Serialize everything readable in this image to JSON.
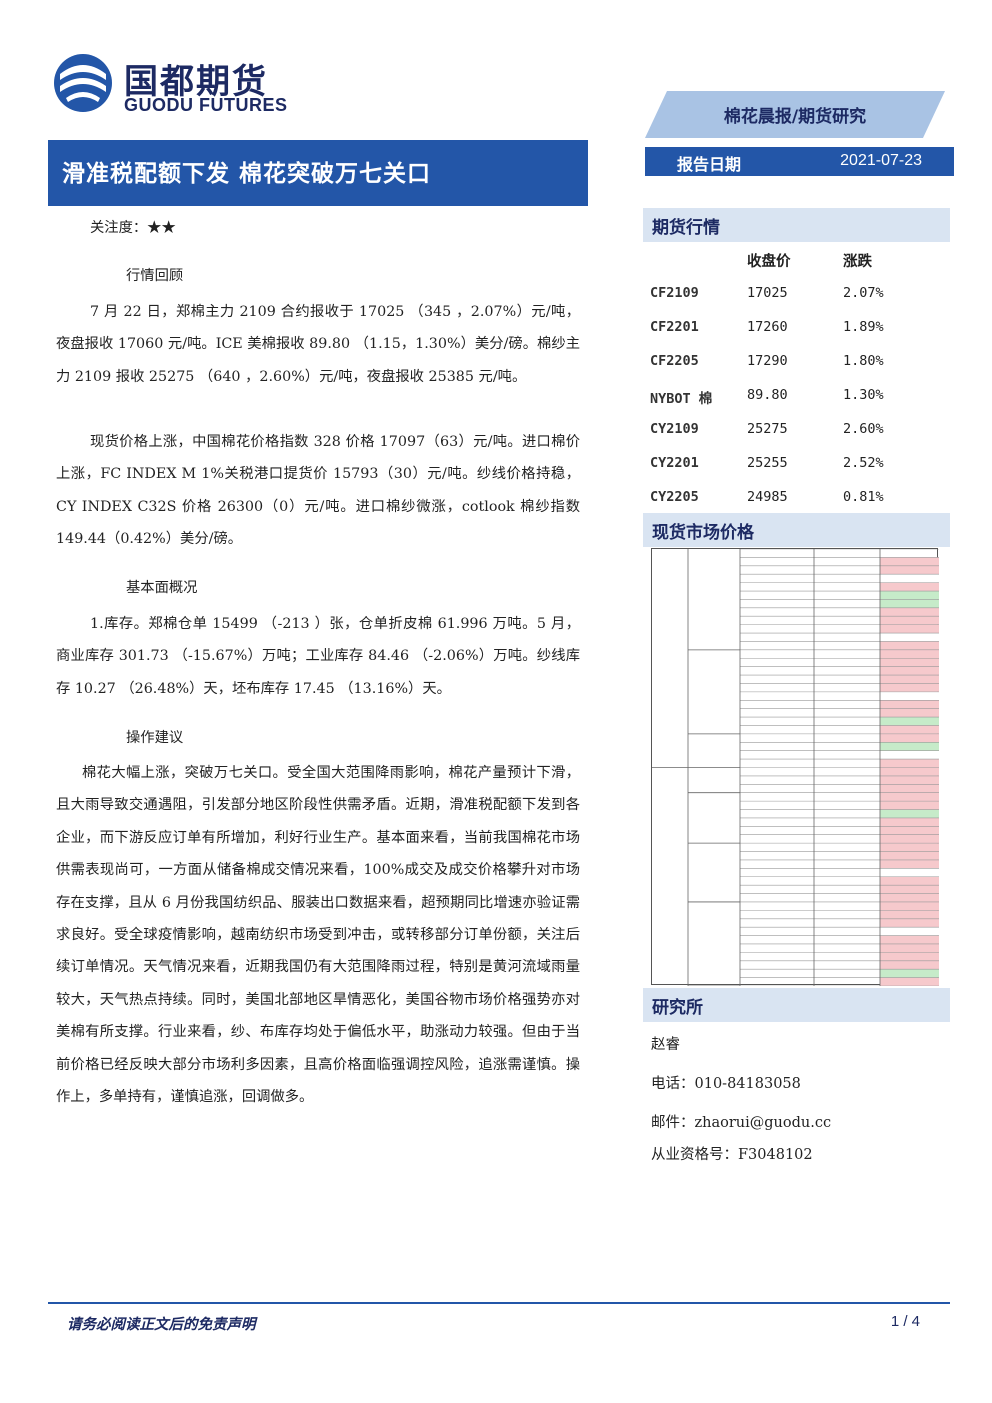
{
  "header": {
    "logo_cn": "国都期货",
    "logo_en": "GUODU FUTURES",
    "report_type": "棉花晨报/期货研究",
    "title": "滑准税配额下发 棉花突破万七关口",
    "date_label": "报告日期",
    "date_value": "2021-07-23"
  },
  "colors": {
    "primary": "#2356a8",
    "light": "#a9c3e4",
    "panel": "#d9e4f2",
    "red": "#f6c9cc",
    "green": "#c6ebc9"
  },
  "main": {
    "attention": "关注度：★★",
    "sections": [
      {
        "heading": "行情回顾",
        "paragraphs": [
          "7 月 22 日，郑棉主力 2109 合约报收于 17025 （345 ，2.07%）元/吨，夜盘报收 17060 元/吨。ICE 美棉报收 89.80 （1.15，1.30%）美分/磅。棉纱主力 2109 报收 25275 （640 ，2.60%）元/吨，夜盘报收 25385 元/吨。",
          "现货价格上涨，中国棉花价格指数 328 价格 17097（63）元/吨。进口棉价上涨，FC INDEX M 1%关税港口提货价 15793（30）元/吨。纱线价格持稳，CY INDEX C32S 价格 26300（0）元/吨。进口棉纱微涨，cotlook 棉纱指数 149.44（0.42%）美分/磅。"
        ]
      },
      {
        "heading": "基本面概况",
        "paragraphs": [
          "1.库存。郑棉仓单 15499 （-213 ）张，仓单折皮棉 61.996 万吨。5 月，商业库存 301.73 （-15.67%）万吨；工业库存 84.46 （-2.06%）万吨。纱线库存 10.27 （26.48%）天，坯布库存 17.45 （13.16%）天。"
        ]
      },
      {
        "heading": "操作建议",
        "paragraphs": [
          "棉花大幅上涨，突破万七关口。受全国大范围降雨影响，棉花产量预计下滑，且大雨导致交通遇阻，引发部分地区阶段性供需矛盾。近期，滑准税配额下发到各企业，而下游反应订单有所增加，利好行业生产。基本面来看，当前我国棉花市场供需表现尚可，一方面从储备棉成交情况来看，100%成交及成交价格攀升对市场存在支撑，且从 6 月份我国纺织品、服装出口数据来看，超预期同比增速亦验证需求良好。受全球疫情影响，越南纺织市场受到冲击，或转移部分订单份额，关注后续订单情况。天气情况来看，近期我国仍有大范围降雨过程，特别是黄河流域雨量较大，天气热点持续。同时，美国北部地区旱情恶化，美国谷物市场价格强势亦对美棉有所支撑。行业来看，纱、布库存均处于偏低水平，助涨动力较强。但由于当前价格已经反映大部分市场利多因素，且高价格面临强调控风险，追涨需谨慎。操作上，多单持有，谨慎追涨，回调做多。"
        ]
      }
    ]
  },
  "sidebar": {
    "futures": {
      "title": "期货行情",
      "headers": [
        "收盘价",
        "涨跌"
      ],
      "rows": [
        {
          "contract": "CF2109",
          "close": "17025",
          "change": "2.07%"
        },
        {
          "contract": "CF2201",
          "close": "17260",
          "change": "1.89%"
        },
        {
          "contract": "CF2205",
          "close": "17290",
          "change": "1.80%"
        },
        {
          "contract": "NYBOT 棉",
          "close": "89.80",
          "change": "1.30%"
        },
        {
          "contract": "CY2109",
          "close": "25275",
          "change": "2.60%"
        },
        {
          "contract": "CY2201",
          "close": "25255",
          "change": "2.52%"
        },
        {
          "contract": "CY2205",
          "close": "24985",
          "change": "0.81%"
        }
      ]
    },
    "spot": {
      "title": "现货市场价格"
    },
    "research": {
      "title": "研究所",
      "name": "赵睿",
      "phone": "电话：010-84183058",
      "email": "邮件：zhaorui@guodu.cc",
      "license": "从业资格号：F3048102"
    }
  },
  "footer": {
    "disclaimer": "请务必阅读正文后的免责声明",
    "page": "1 / 4"
  }
}
